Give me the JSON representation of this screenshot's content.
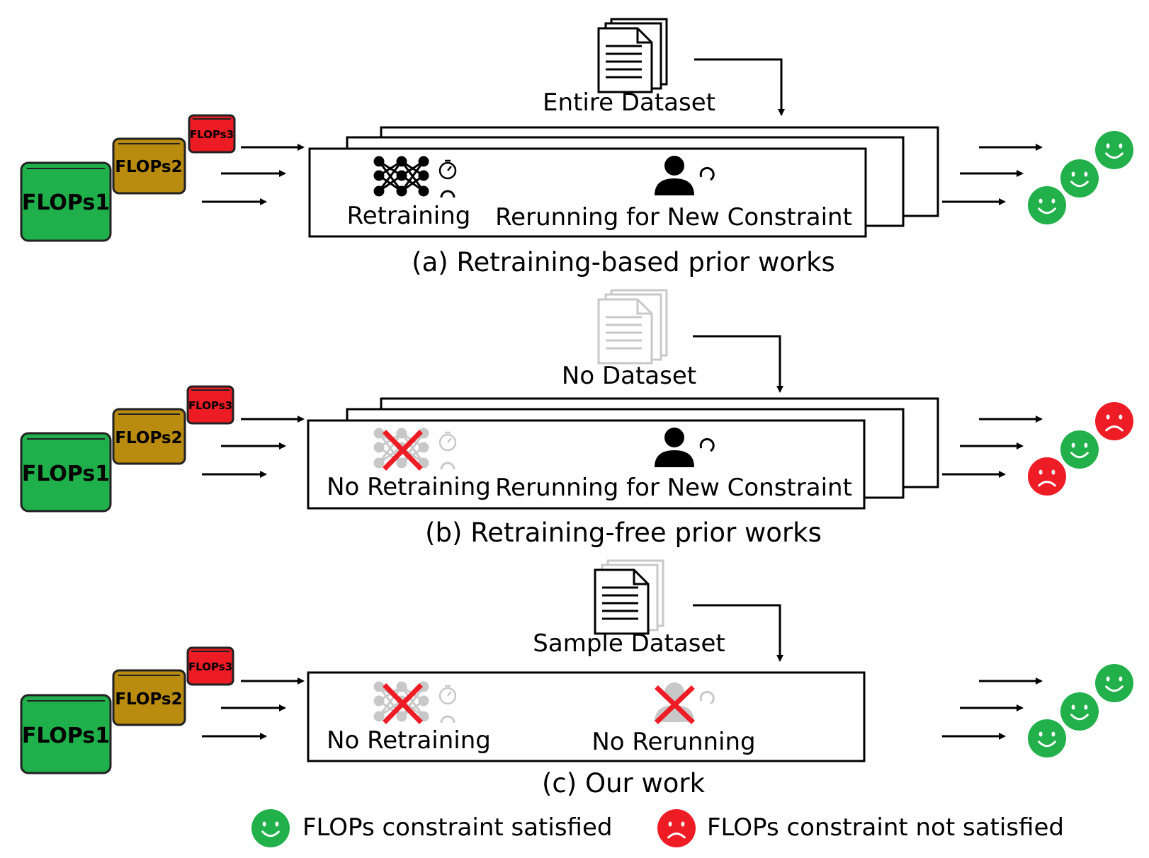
{
  "chips": {
    "flops1": "FLOPs1",
    "flops2": "FLOPs2",
    "flops3": "FLOPs3"
  },
  "colors": {
    "flops1": "#1fb04c",
    "flops2": "#b98b0e",
    "flops3": "#ec1b24",
    "happy": "#22b04b",
    "sad": "#ee1c25",
    "faded": "#c8c8c8",
    "cross": "#ee1c25"
  },
  "panels": [
    {
      "id": "a",
      "dataset_label": "Entire Dataset",
      "retrain_label": "Retraining",
      "rerun_label": "Rerunning for New Constraint",
      "caption": "(a) Retraining-based prior works",
      "outcomes": [
        "satisfied",
        "satisfied",
        "satisfied"
      ]
    },
    {
      "id": "b",
      "dataset_label": "No Dataset",
      "retrain_label": "No Retraining",
      "rerun_label": "Rerunning for New Constraint",
      "caption": "(b) Retraining-free prior works",
      "outcomes": [
        "not satisfied",
        "satisfied",
        "not satisfied"
      ]
    },
    {
      "id": "c",
      "dataset_label": "Sample Dataset",
      "retrain_label": "No Retraining",
      "rerun_label": "No Rerunning",
      "caption": "(c) Our work",
      "outcomes": [
        "satisfied",
        "satisfied",
        "satisfied"
      ]
    }
  ],
  "legend": {
    "satisfied": "FLOPs constraint satisfied",
    "not_satisfied": "FLOPs constraint not satisfied"
  }
}
